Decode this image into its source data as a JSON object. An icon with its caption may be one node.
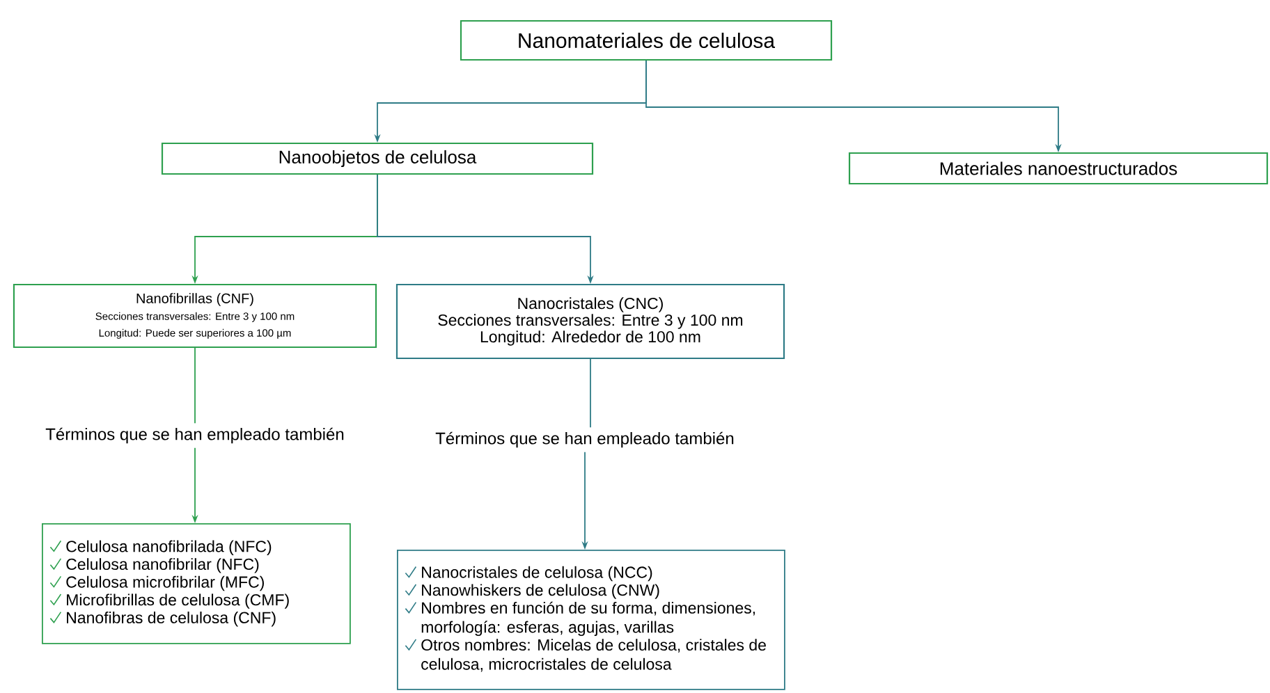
{
  "diagram": {
    "nodes": [
      {
        "text": [
          "Nanomateriales de celulosa"
        ]
      },
      {
        "text": [
          "Nanoobjetos de celulosa"
        ]
      },
      {
        "text": [
          "Materiales nanoestructurados"
        ]
      },
      {
        "text": [
          "Nanofibrillas (CNF)",
          "Secciones transversales:  Entre 3 y 100 nm",
          "Longitud: Puede ser superiores a 100 µm"
        ]
      },
      {
        "text": [
          "Nanocristales (CNC)",
          "Secciones transversales:  Entre 3 y 100 nm",
          "Longitud: Alrededor de 100 nm"
        ]
      },
      {
        "text": [
          "Términos que se han empleado también"
        ]
      },
      {
        "text": [
          "Términos que se han empleado también"
        ]
      },
      {
        "text": [
          "Celulosa nanofibrilada (NFC)",
          "Celulosa nanofibrilar (NFC)",
          "Celulosa microfibrilar (MFC)",
          "Microfibrillas de celulosa (CMF)",
          "Nanofibras de celulosa (CNF)"
        ]
      },
      {
        "text": [
          "Nanocristales de celulosa (NCC)",
          "Nanowhiskers de celulosa (CNW)",
          "Nombres en función de su forma, dimensiones, morfología: esferas, agujas, varillas",
          "Otros nombres: Micelas de celulosa,  cristales de celulosa, microcristales de celulosa"
        ]
      }
    ],
    "edges": [
      {
        "from": 0,
        "to": 1,
        "arrow": "to"
      },
      {
        "from": 0,
        "to": 2,
        "arrow": "to"
      },
      {
        "from": 1,
        "to": 3,
        "arrow": "to",
        "color": "#2ea04f"
      },
      {
        "from": 1,
        "to": 4,
        "arrow": "to"
      },
      {
        "from": 3,
        "to": 5,
        "arrow": "none",
        "color": "#2ea04f"
      },
      {
        "from": 5,
        "to": 7,
        "arrow": "to",
        "color": "#2ea04f"
      },
      {
        "from": 4,
        "to": 6,
        "arrow": "none"
      },
      {
        "from": 6,
        "to": 8,
        "arrow": "to"
      }
    ]
  }
}
